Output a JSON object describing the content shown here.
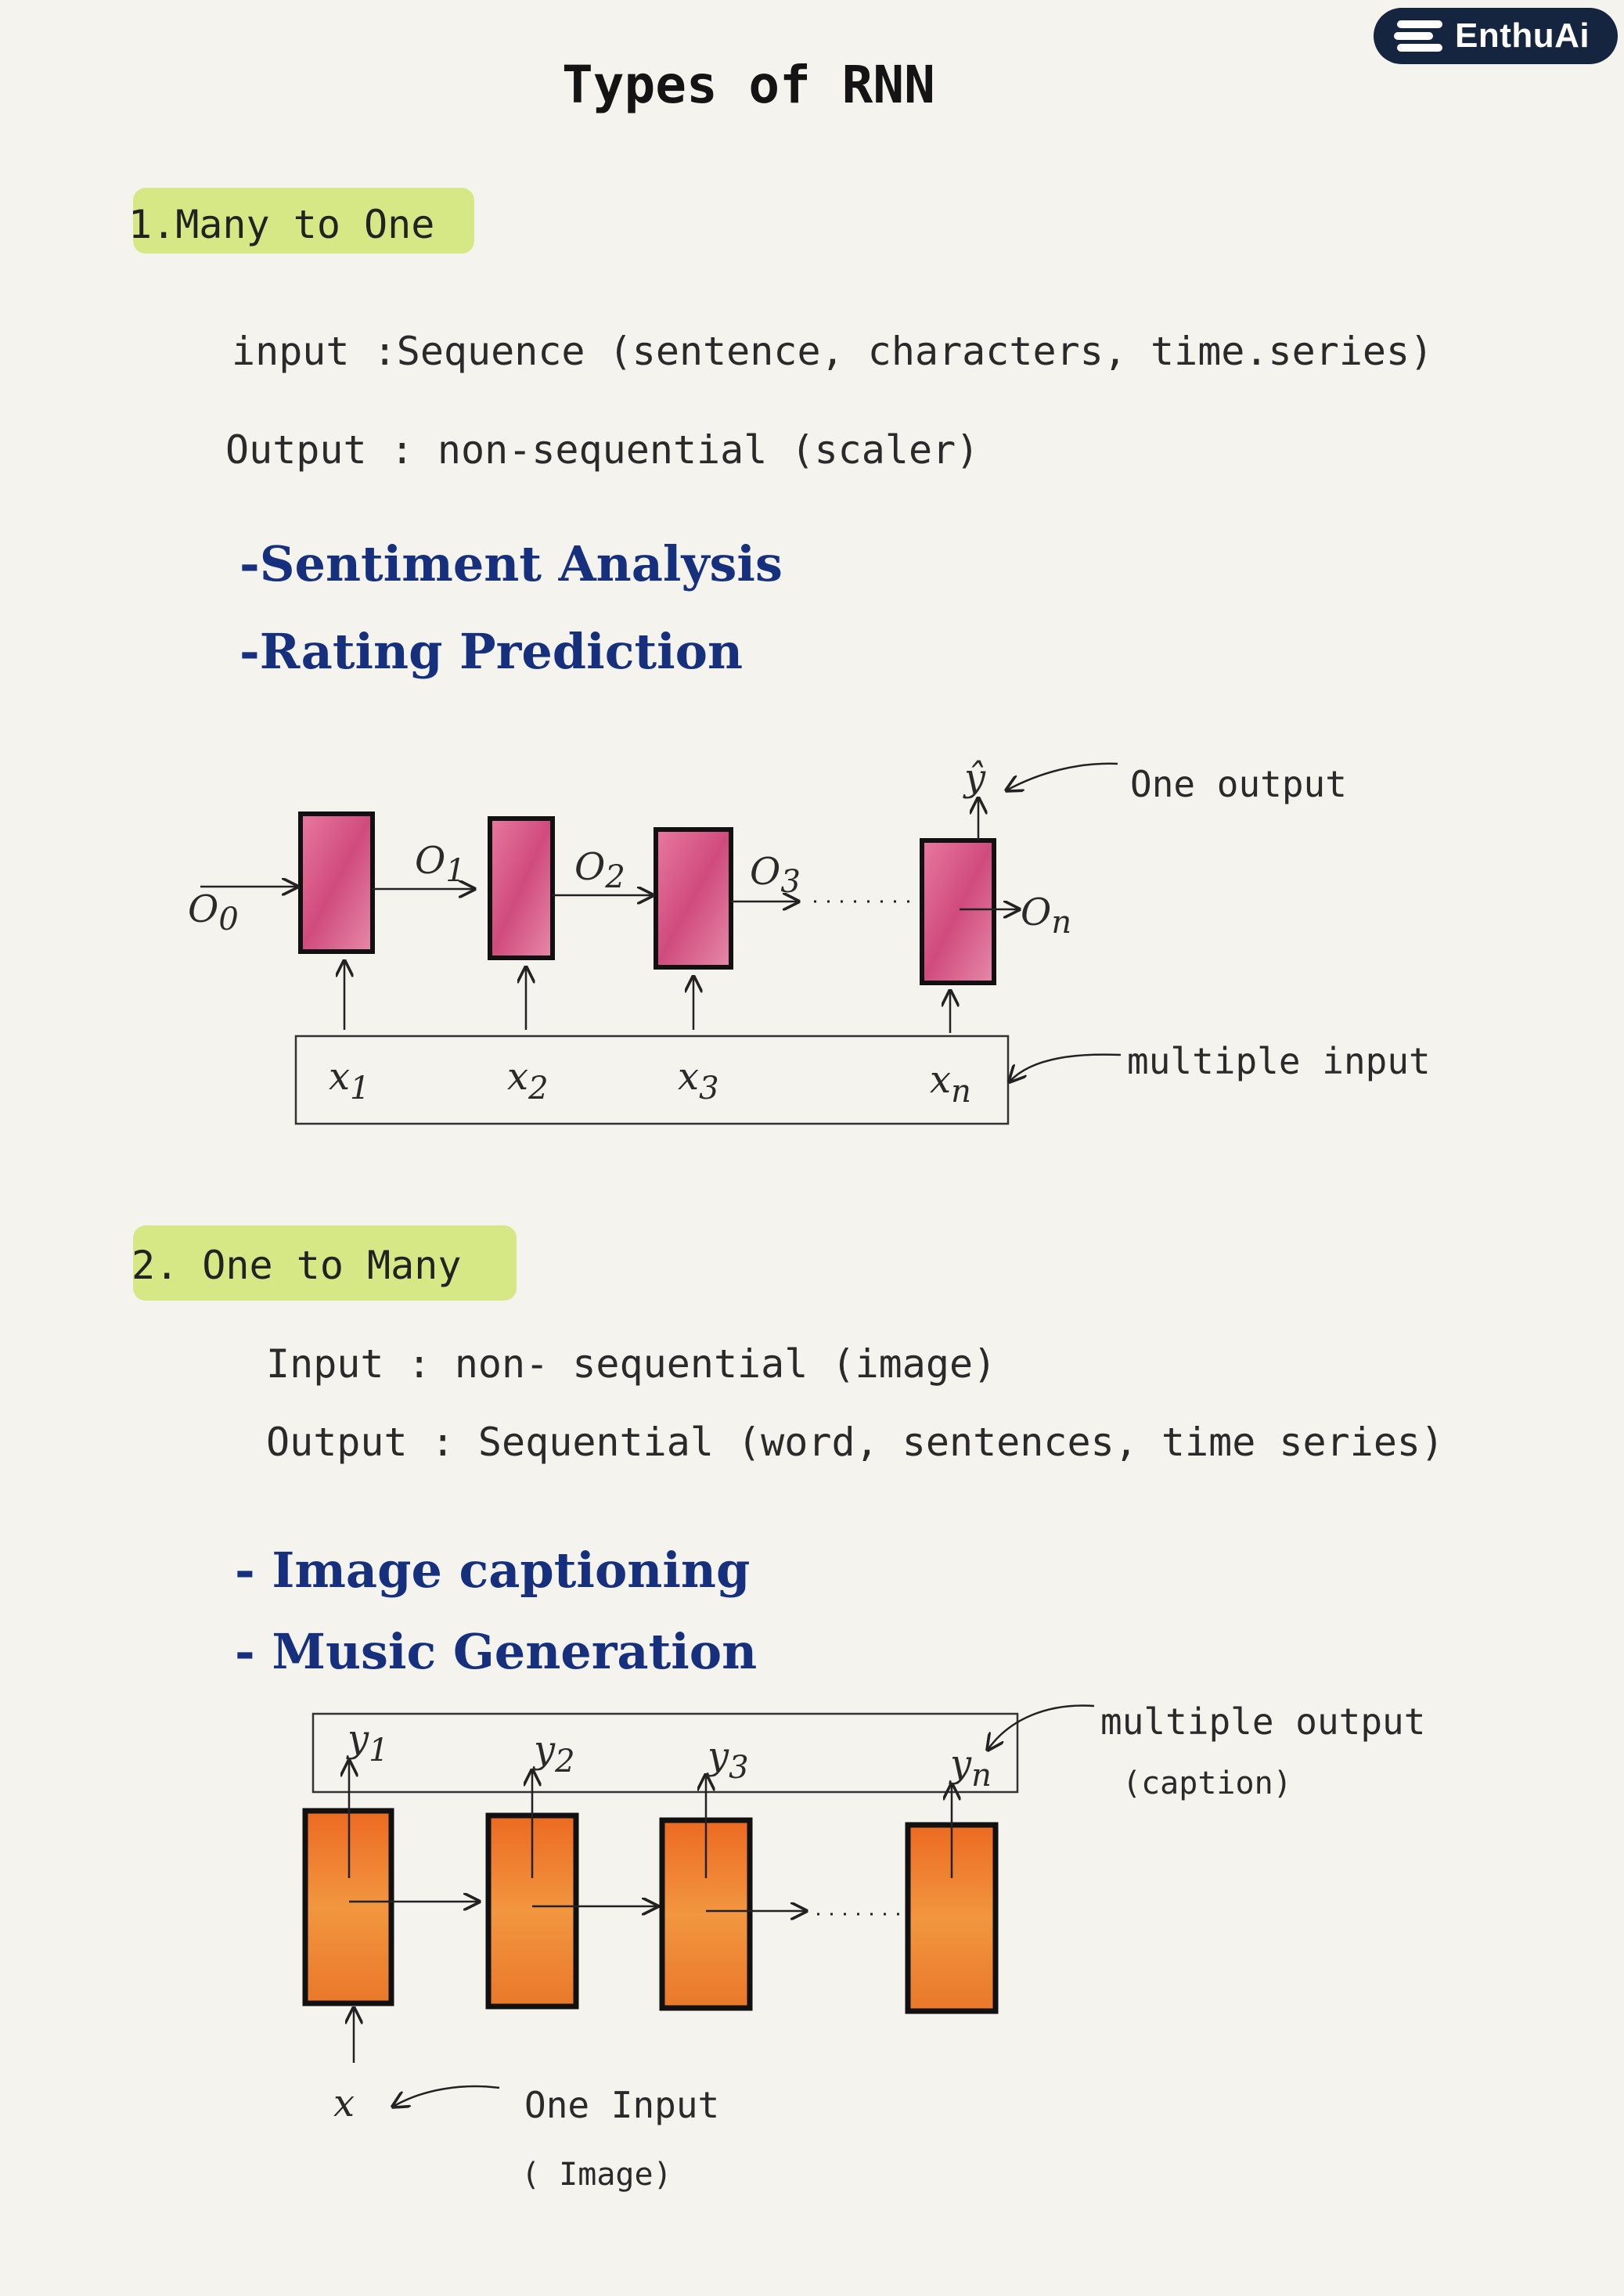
{
  "brand": {
    "name": "EnthuAi"
  },
  "title": "Types of RNN",
  "many_to_one": {
    "heading": "1.Many to One",
    "input_line": "input :Sequence (sentence, characters, time.series)",
    "output_line": "Output : non-sequential (scaler)",
    "examples": [
      "-Sentiment Analysis",
      "-Rating Prediction"
    ],
    "diagram": {
      "initial_state": "O",
      "initial_state_sub": "0",
      "hidden_labels": [
        "O",
        "O",
        "O"
      ],
      "hidden_subs": [
        "1",
        "2",
        "3"
      ],
      "final_state": "O",
      "final_state_sub": "n",
      "inputs": [
        "x",
        "x",
        "x",
        "x"
      ],
      "input_subs": [
        "1",
        "2",
        "3",
        "n"
      ],
      "output": "ŷ",
      "output_note": "One output",
      "input_note": "multiple input",
      "cell_color": "#dc5c8c"
    }
  },
  "one_to_many": {
    "heading": "2. One to Many",
    "input_line": "Input : non- sequential (image)",
    "output_line": "Output : Sequential (word, sentences, time series)",
    "examples": [
      "- Image captioning",
      "- Music Generation"
    ],
    "diagram": {
      "outputs": [
        "y",
        "y",
        "y",
        "y"
      ],
      "output_subs": [
        "1",
        "2",
        "3",
        "n"
      ],
      "input": "x",
      "output_note": "multiple output",
      "output_note_sub": "(caption)",
      "input_note": "One Input",
      "input_note_sub": "( Image)",
      "cell_color": "#f08a2c"
    }
  }
}
